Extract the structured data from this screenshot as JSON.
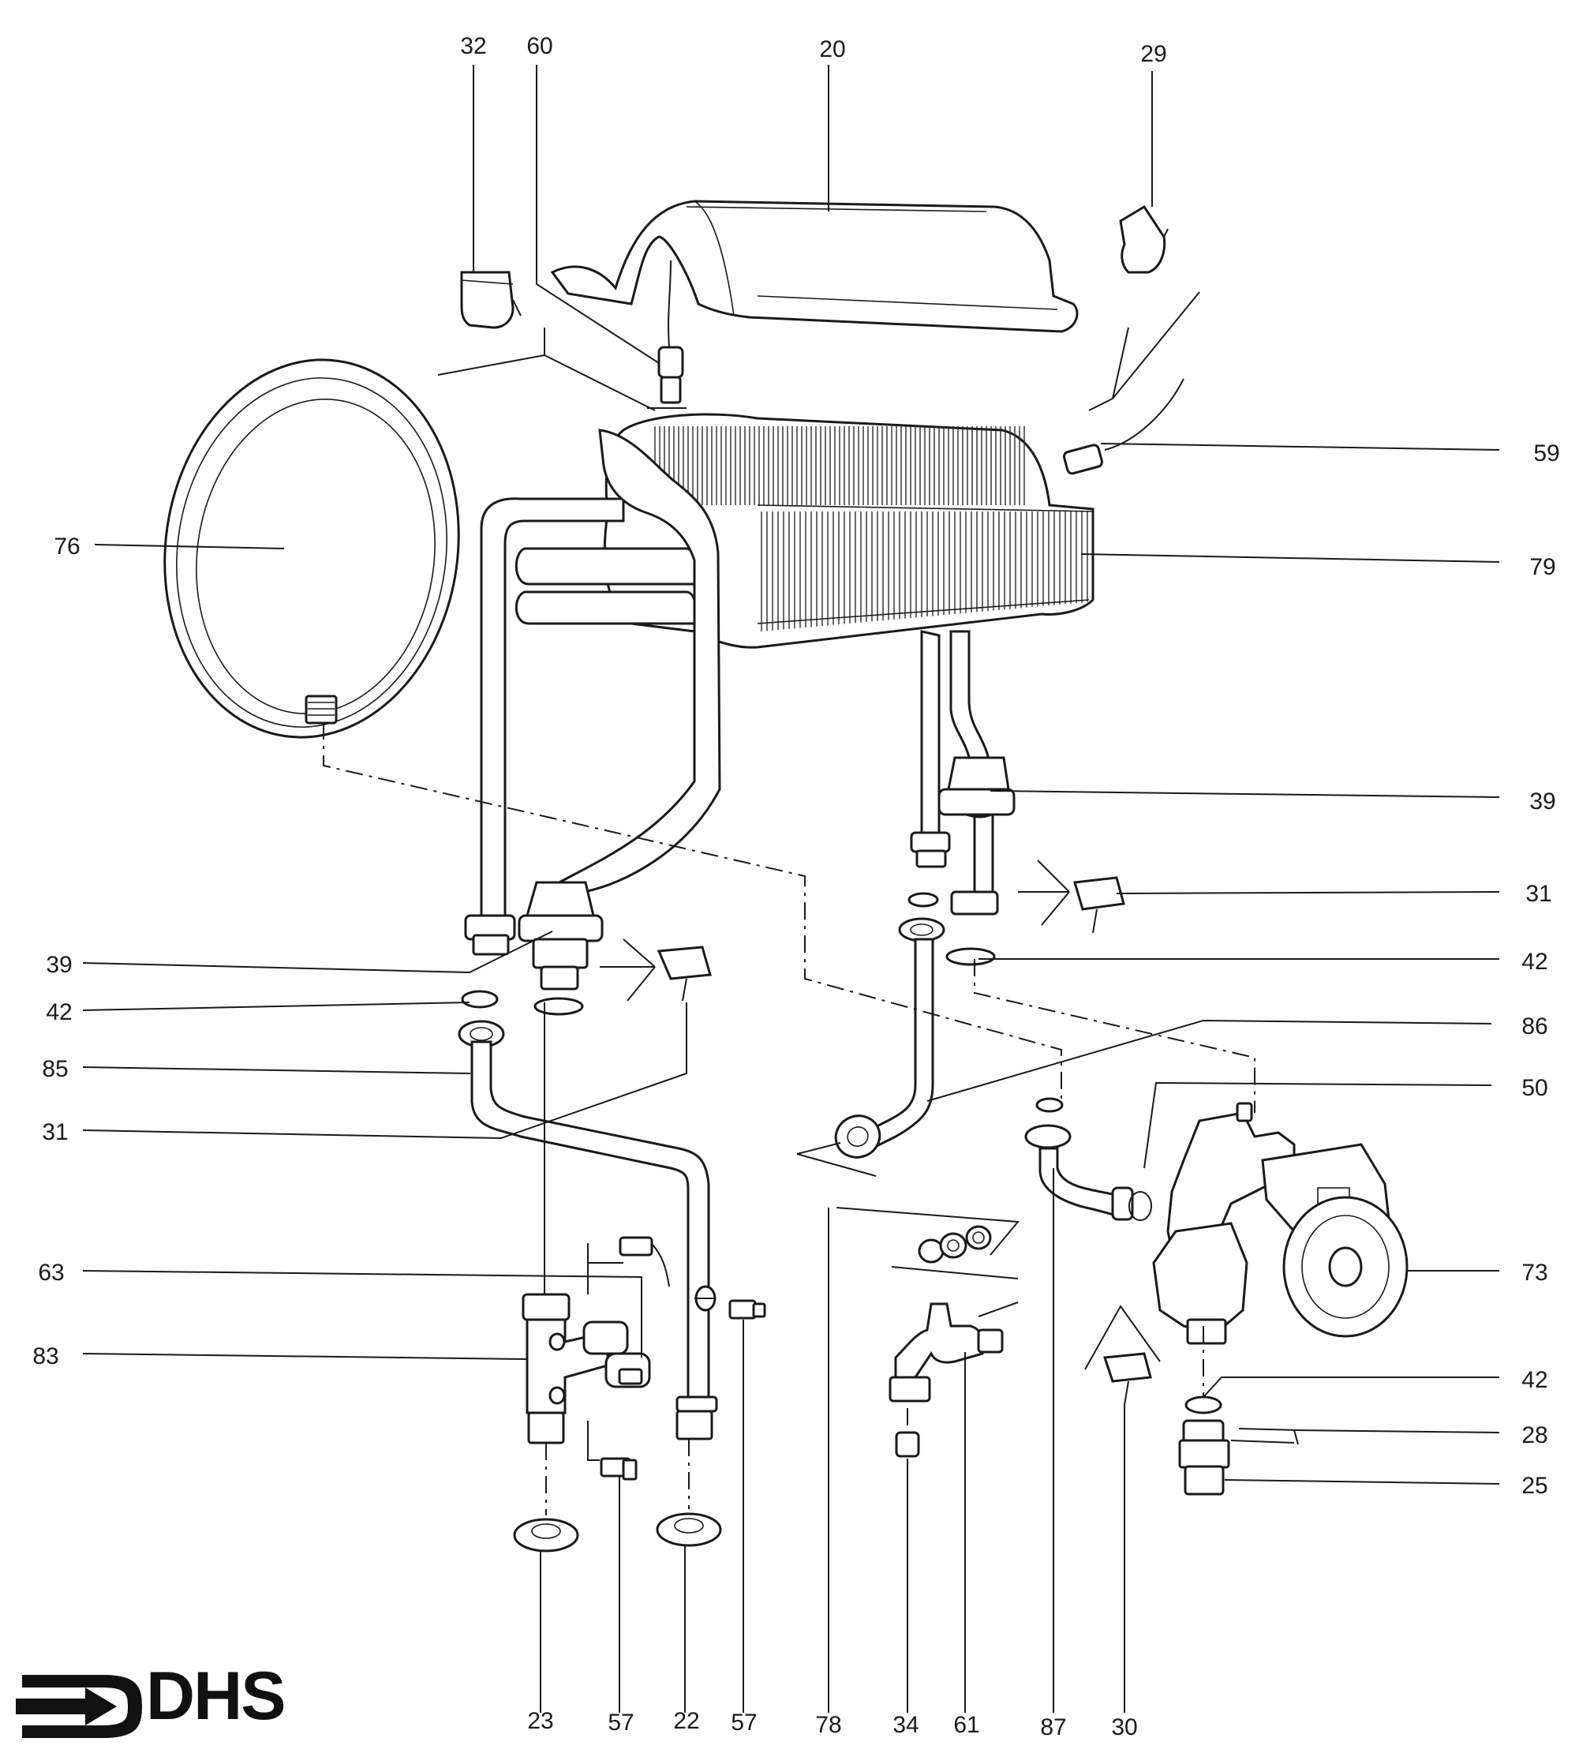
{
  "brand": {
    "name": "DHS"
  },
  "labels": [
    {
      "id": "32a",
      "text": "32"
    },
    {
      "id": "60a",
      "text": "60"
    },
    {
      "id": "20a",
      "text": "20"
    },
    {
      "id": "29a",
      "text": "29"
    },
    {
      "id": "59a",
      "text": "59"
    },
    {
      "id": "76a",
      "text": "76"
    },
    {
      "id": "79a",
      "text": "79"
    },
    {
      "id": "39a",
      "text": "39"
    },
    {
      "id": "31a",
      "text": "31"
    },
    {
      "id": "39b",
      "text": "39"
    },
    {
      "id": "42a",
      "text": "42"
    },
    {
      "id": "42b",
      "text": "42"
    },
    {
      "id": "86a",
      "text": "86"
    },
    {
      "id": "85a",
      "text": "85"
    },
    {
      "id": "50a",
      "text": "50"
    },
    {
      "id": "31b",
      "text": "31"
    },
    {
      "id": "63a",
      "text": "63"
    },
    {
      "id": "73a",
      "text": "73"
    },
    {
      "id": "83a",
      "text": "83"
    },
    {
      "id": "42c",
      "text": "42"
    },
    {
      "id": "28a",
      "text": "28"
    },
    {
      "id": "25a",
      "text": "25"
    },
    {
      "id": "23a",
      "text": "23"
    },
    {
      "id": "57a",
      "text": "57"
    },
    {
      "id": "22a",
      "text": "22"
    },
    {
      "id": "57b",
      "text": "57"
    },
    {
      "id": "78a",
      "text": "78"
    },
    {
      "id": "34a",
      "text": "34"
    },
    {
      "id": "61a",
      "text": "61"
    },
    {
      "id": "87a",
      "text": "87"
    },
    {
      "id": "30a",
      "text": "30"
    }
  ]
}
